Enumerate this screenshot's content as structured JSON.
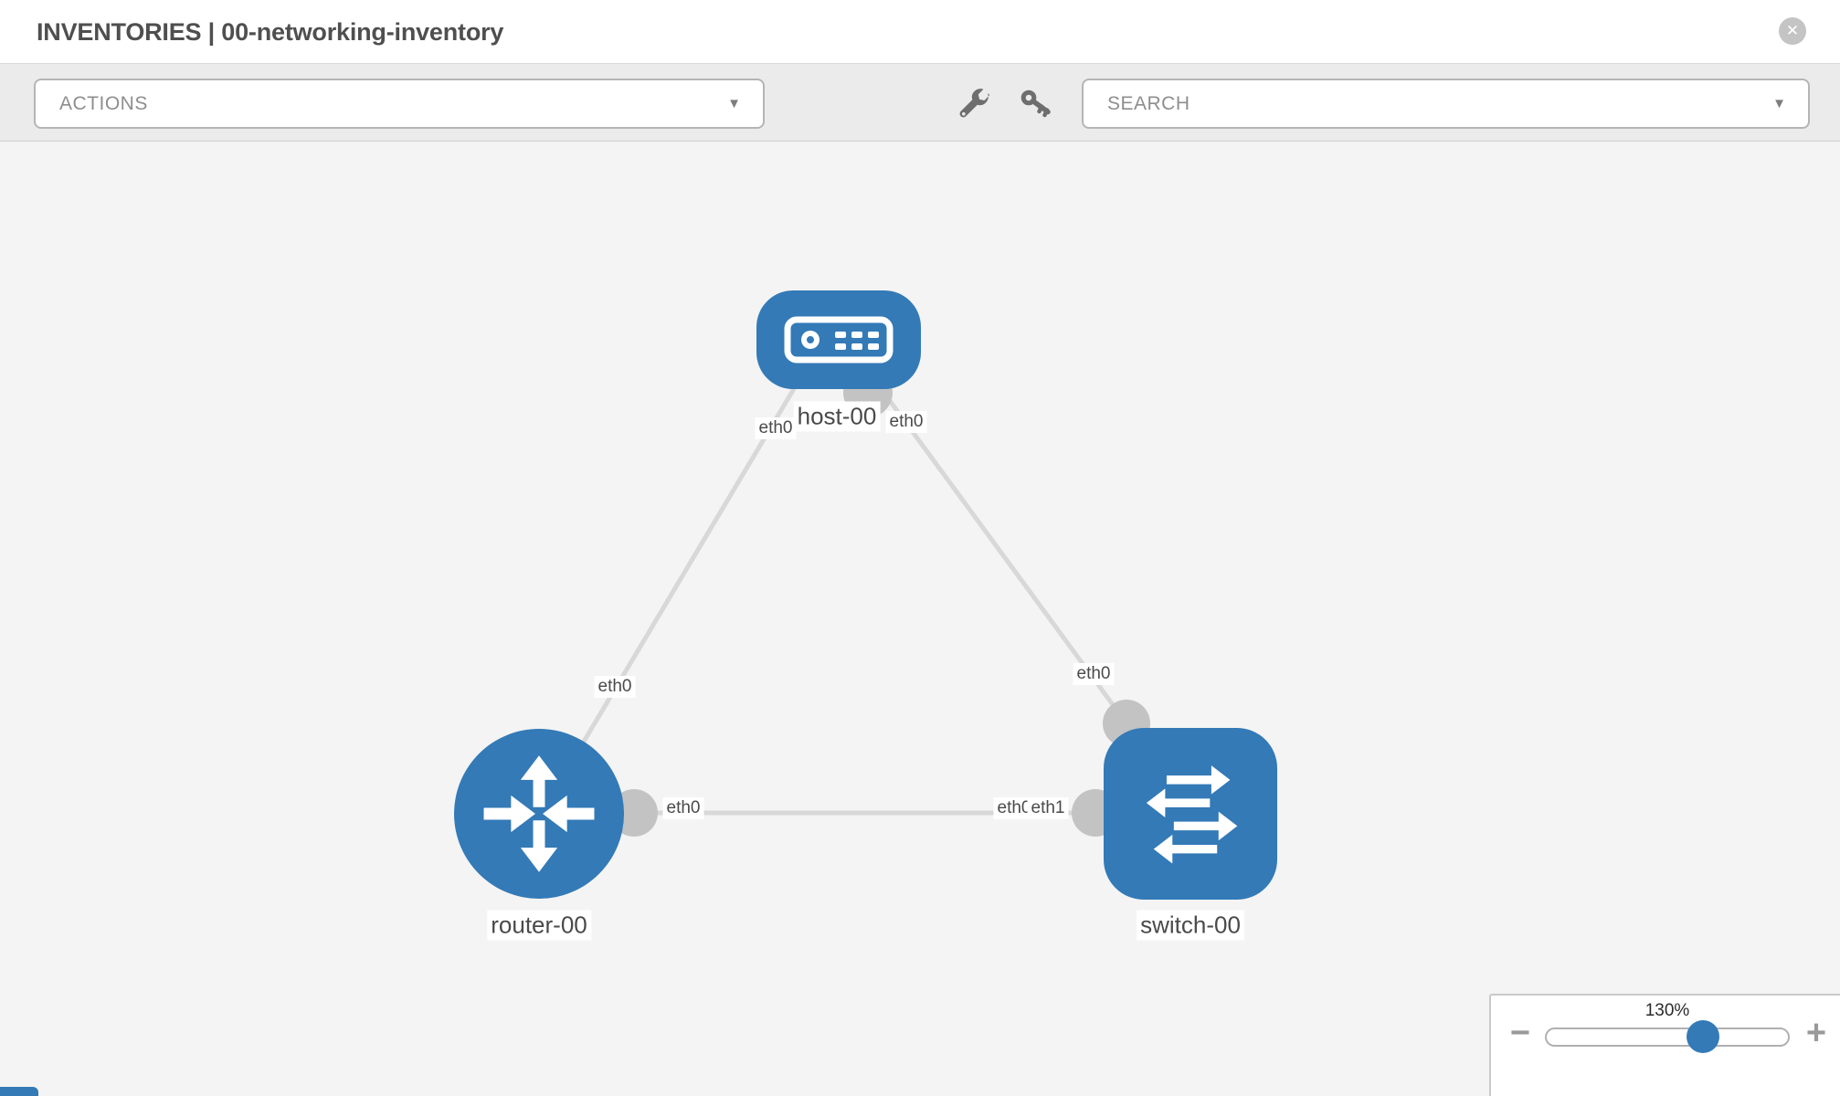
{
  "header": {
    "title": "INVENTORIES | 00-networking-inventory"
  },
  "toolbar": {
    "actions_label": "ACTIONS",
    "search_label": "SEARCH"
  },
  "icons": {
    "close": "✕",
    "dropdown_caret": "▼",
    "wrench": "wrench-icon",
    "key": "key-icon",
    "minus": "−",
    "plus": "+"
  },
  "graph": {
    "nodes": [
      {
        "name": "host-00",
        "type": "host"
      },
      {
        "name": "router-00",
        "type": "router"
      },
      {
        "name": "switch-00",
        "type": "switch"
      }
    ],
    "links": [
      {
        "source": "host-00",
        "target": "router-00",
        "source_interface": "eth0",
        "target_interface": "eth0"
      },
      {
        "source": "host-00",
        "target": "switch-00",
        "source_interface": "eth0",
        "target_interface": "eth0"
      },
      {
        "source": "router-00",
        "target": "switch-00",
        "source_interface": "eth0",
        "target_interface": "eth1",
        "overlapping_label": "eth0"
      }
    ]
  },
  "zoom_control": {
    "value": "130%"
  },
  "colors": {
    "node_blue": "#337ab7",
    "link_gray": "#d8d8d8",
    "interface_dot_gray": "#c3c3c3",
    "canvas_bg": "#f4f4f4",
    "toolbar_bg": "#ebebeb"
  }
}
